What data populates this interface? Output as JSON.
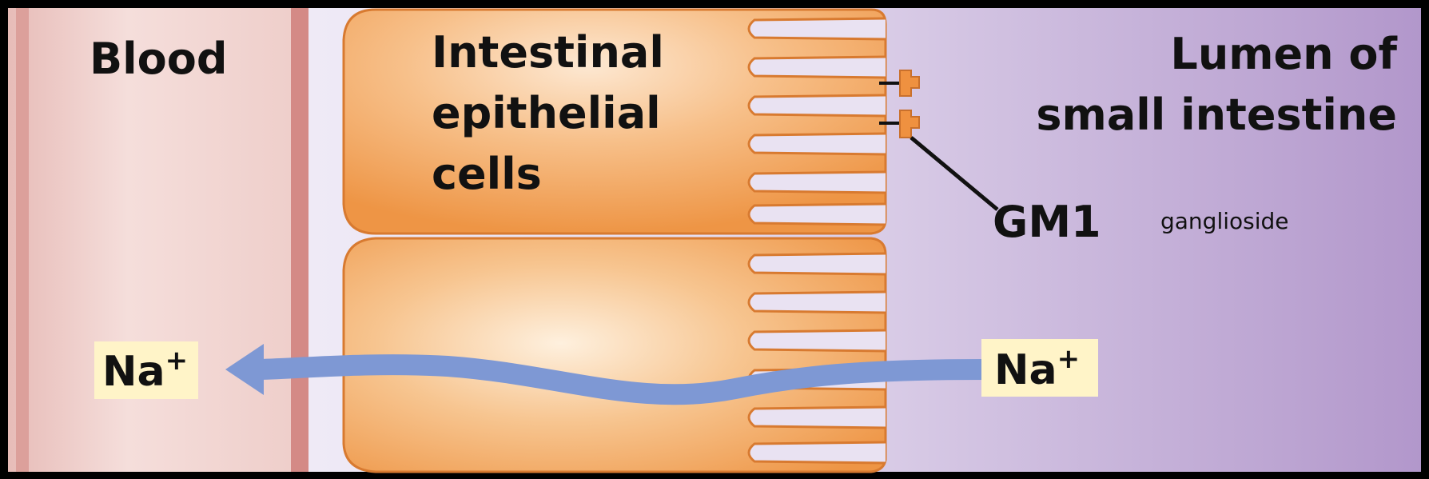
{
  "labels": {
    "blood": "Blood",
    "epithelial": [
      "Intestinal",
      "epithelial",
      "cells"
    ],
    "lumen": [
      "Lumen of",
      "small intestine"
    ],
    "gm1": "GM1",
    "ganglioside": "ganglioside",
    "ion_left": "Na",
    "ion_left_charge": "+",
    "ion_right": "Na",
    "ion_right_charge": "+"
  },
  "colors": {
    "frame": "#000000",
    "blood_fill": "#f0d3d0",
    "blood_wall": "#d48a86",
    "lumen_light": "#ebe6f4",
    "lumen_dark": "#b59bcd",
    "cell_fill": "#f0a05a",
    "cell_light": "#fbe2c6",
    "cell_stroke": "#d87a30",
    "arrow": "#7e98d4",
    "ion_box": "#fff4c8"
  }
}
